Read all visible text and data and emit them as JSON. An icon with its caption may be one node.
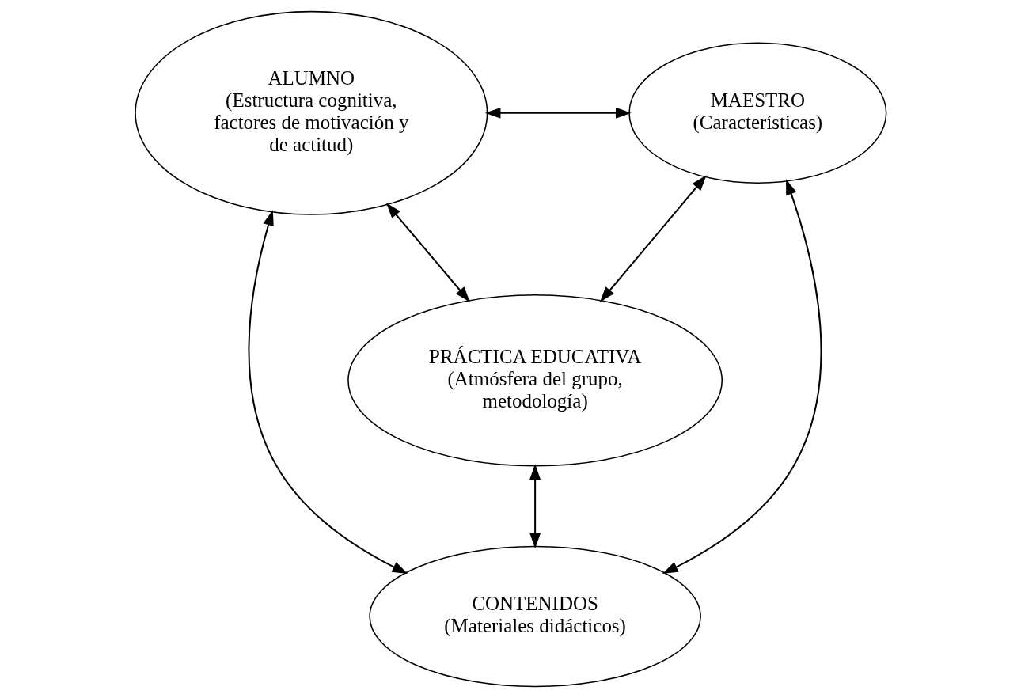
{
  "diagram": {
    "nodes": [
      {
        "text": [
          "ALUMNO",
          "(Estructura cognitiva, factores de motivación y de actitud)"
        ]
      },
      {
        "text": [
          "MAESTRO",
          "(Características)"
        ]
      },
      {
        "text": [
          "PRÁCTICA EDUCATIVA",
          "(Atmósfera del grupo, metodología)"
        ]
      },
      {
        "text": [
          "CONTENIDOS",
          "(Materiales didácticos)"
        ]
      }
    ],
    "edges": [
      {
        "from": 0,
        "to": 1,
        "arrow": "both"
      },
      {
        "from": 0,
        "to": 2,
        "arrow": "both"
      },
      {
        "from": 1,
        "to": 2,
        "arrow": "both"
      },
      {
        "from": 2,
        "to": 3,
        "arrow": "both"
      },
      {
        "from": 0,
        "to": 3,
        "arrow": "both"
      },
      {
        "from": 1,
        "to": 3,
        "arrow": "both"
      }
    ]
  }
}
